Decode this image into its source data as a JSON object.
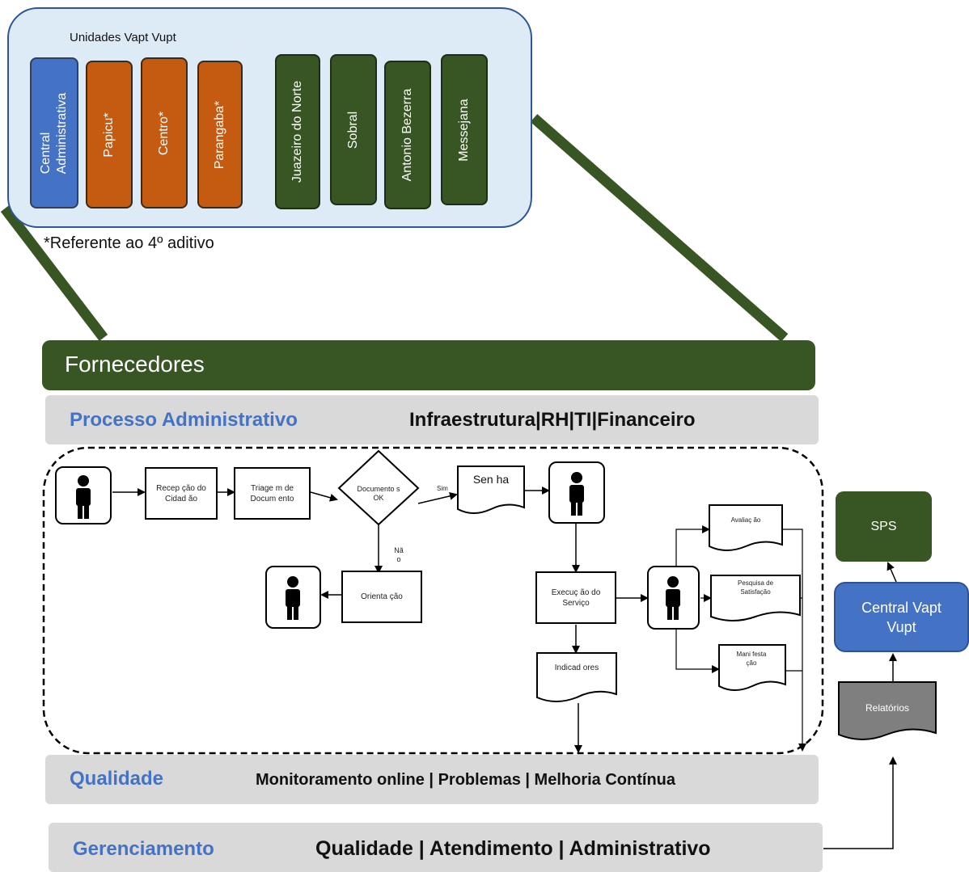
{
  "units_panel": {
    "title": "Unidades Vapt Vupt",
    "units": [
      {
        "label": "Central\nAdministrativa",
        "color": "#4472c4"
      },
      {
        "label": "Papicu*",
        "color": "#c55a11"
      },
      {
        "label": "Centro*",
        "color": "#c55a11"
      },
      {
        "label": "Parangaba*",
        "color": "#c55a11"
      },
      {
        "label": "Juazeiro do Norte",
        "color": "#375623"
      },
      {
        "label": "Sobral",
        "color": "#375623"
      },
      {
        "label": "Antonio Bezerra",
        "color": "#375623"
      },
      {
        "label": "Messejana",
        "color": "#375623"
      }
    ],
    "footnote": "*Referente ao 4º aditivo"
  },
  "bands": {
    "fornecedores": "Fornecedores",
    "processo": {
      "left": "Processo Administrativo",
      "right": "Infraestrutura|RH|TI|Financeiro"
    },
    "qualidade": {
      "left": "Qualidade",
      "right": "Monitoramento online | Problemas | Melhoria Contínua"
    },
    "gerenciamento": {
      "left": "Gerenciamento",
      "right": "Qualidade | Atendimento | Administrativo"
    }
  },
  "flow": {
    "recepcao": "Recep ção do Cidad ão",
    "triagem": "Triage m de Docum ento",
    "documentos_ok": "Documento s OK",
    "sim": "Sim",
    "nao": "Nã o",
    "senha": "Sen ha",
    "orientacao": "Orienta ção",
    "execucao": "Execuç ão do Serviço",
    "indicadores": "Indicad ores",
    "avaliacao": "Avaliaç ão",
    "pesquisa": "Pesquisa de Satisfação",
    "manifestacao": "Mani festa ção"
  },
  "side": {
    "sps": "SPS",
    "central": "Central Vapt Vupt",
    "relatorios": "Relatórios"
  },
  "colors": {
    "green": "#375623",
    "orange": "#c55a11",
    "blue": "#4472c4",
    "panel": "#ddebf7",
    "gray": "#d9d9d9",
    "report": "#7f7f7f"
  }
}
